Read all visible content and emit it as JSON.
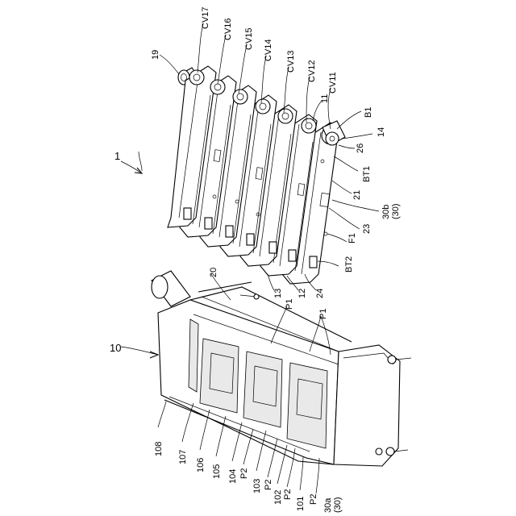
{
  "figure": {
    "assembly_label": "1",
    "base_label": "10"
  },
  "conveyor_labels": [
    {
      "text": "CV17"
    },
    {
      "text": "CV16"
    },
    {
      "text": "CV15"
    },
    {
      "text": "CV14"
    },
    {
      "text": "CV13"
    },
    {
      "text": "CV12"
    },
    {
      "text": "CV11"
    }
  ],
  "upper_labels": [
    {
      "text": "19"
    },
    {
      "text": "11"
    },
    {
      "text": "B1"
    },
    {
      "text": "14"
    },
    {
      "text": "26"
    },
    {
      "text": "BT1"
    },
    {
      "text": "21"
    },
    {
      "text": "30b"
    },
    {
      "text": "(30)"
    },
    {
      "text": "23"
    },
    {
      "text": "F1"
    },
    {
      "text": "BT2"
    },
    {
      "text": "24"
    },
    {
      "text": "12"
    },
    {
      "text": "13"
    },
    {
      "text": "20"
    }
  ],
  "lower_labels": [
    {
      "text": "P1"
    },
    {
      "text": "P1"
    },
    {
      "text": "108"
    },
    {
      "text": "107"
    },
    {
      "text": "106"
    },
    {
      "text": "105"
    },
    {
      "text": "104"
    },
    {
      "text": "P2"
    },
    {
      "text": "103"
    },
    {
      "text": "P2"
    },
    {
      "text": "102"
    },
    {
      "text": "P2"
    },
    {
      "text": "101"
    },
    {
      "text": "P2"
    },
    {
      "text": "30a"
    },
    {
      "text": "(30)"
    }
  ]
}
